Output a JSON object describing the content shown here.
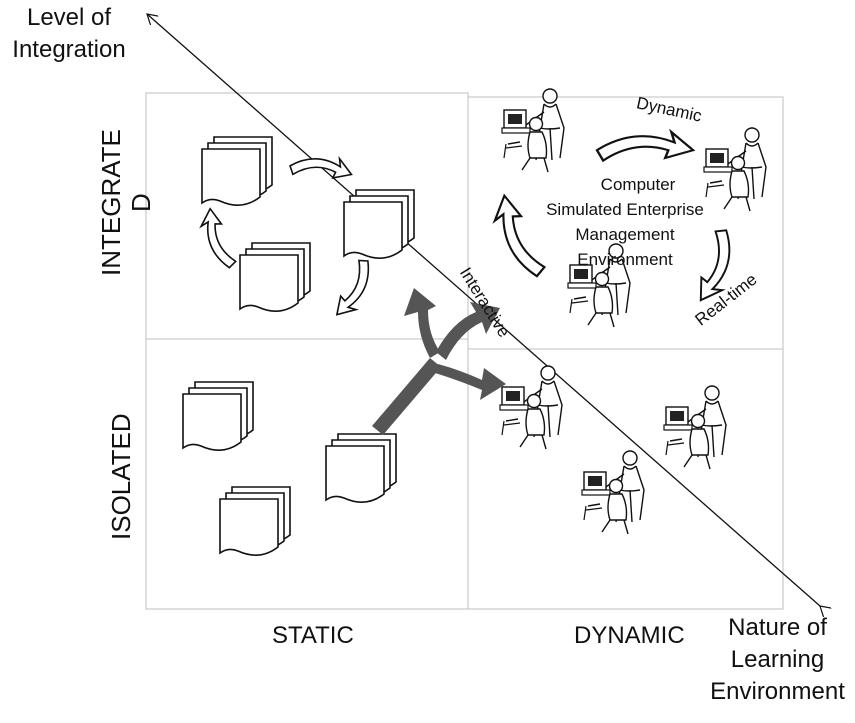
{
  "axes": {
    "y_title_line1": "Level of",
    "y_title_line2": "Integration",
    "x_title_line1": "Nature of",
    "x_title_line2": "Learning",
    "x_title_line3": "Environment"
  },
  "rows": {
    "top": "INTEGRATE",
    "top_wrap": "D",
    "bottom": "ISOLATED"
  },
  "columns": {
    "left": "STATIC",
    "right": "DYNAMIC"
  },
  "cycle": {
    "top": "Dynamic",
    "right": "Real-time",
    "left": "Interactive",
    "center_line1": "Computer",
    "center_line2": "Simulated Enterprise",
    "center_line3": "Management Environment"
  },
  "icons": {
    "document": "document-stack-icon",
    "workstation": "computer-users-icon",
    "arrow": "curved-arrow-icon",
    "fork": "branching-arrow-icon"
  },
  "colors": {
    "line": "#111111",
    "grid": "#bfbfbf",
    "fork": "#555555"
  }
}
